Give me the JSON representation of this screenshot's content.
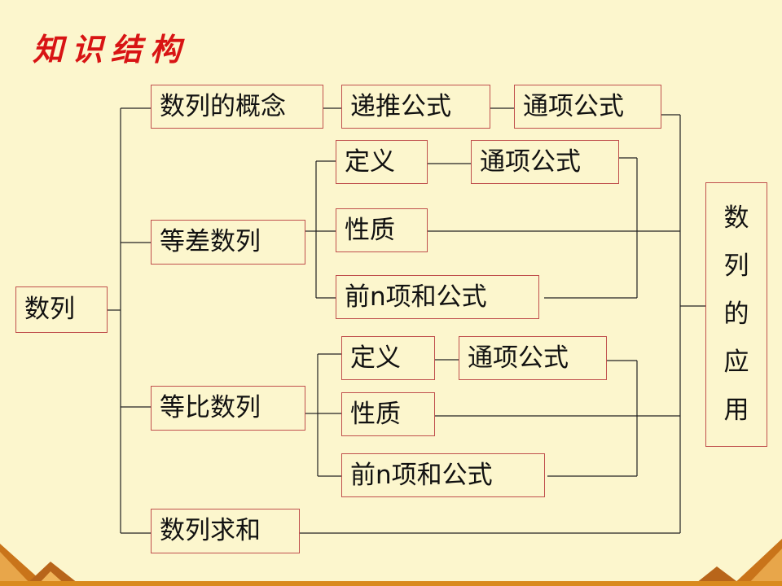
{
  "title": "知识结构",
  "nodes": {
    "root": "数列",
    "concept": "数列的概念",
    "recurrence": "递推公式",
    "general_term_1": "通项公式",
    "arithmetic": "等差数列",
    "arith_definition": "定义",
    "arith_general_term": "通项公式",
    "arith_property": "性质",
    "arith_sum": "前n项和公式",
    "geometric": "等比数列",
    "geo_definition": "定义",
    "geo_general_term": "通项公式",
    "geo_property": "性质",
    "geo_sum": "前n项和公式",
    "summation": "数列求和",
    "application": [
      "数",
      "列",
      "的",
      "应",
      "用"
    ]
  },
  "colors": {
    "background": "#fcf6cd",
    "title": "#d81414",
    "box_border": "#c0504d",
    "connector": "#222222"
  }
}
